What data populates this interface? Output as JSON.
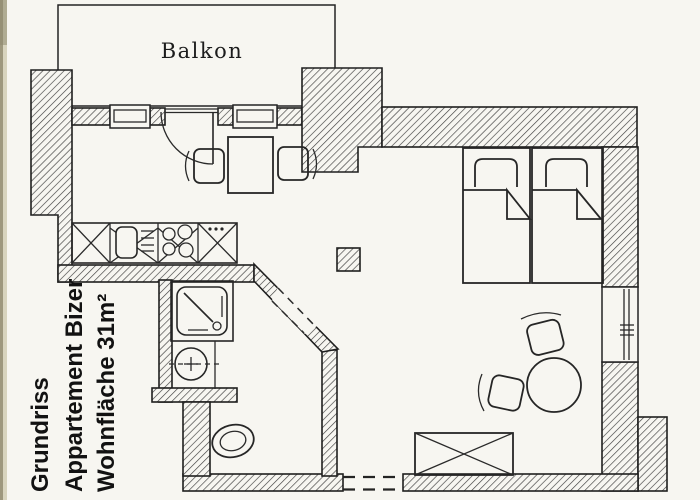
{
  "plan": {
    "balcony_label": "Balkon",
    "side_label": {
      "line1": "Grundriss",
      "line2": "Appartement Bizer",
      "line3": "Wohnfläche 31m²"
    }
  },
  "colors": {
    "paper": "#f7f6f1",
    "ink": "#1f1f1f",
    "hatch": "#3e3e3e",
    "scan_edge_dark": "#9e987e",
    "scan_edge_light": "#d8d4be"
  },
  "fixtures": [
    "balcony",
    "balcony-door",
    "balcony-window-left",
    "balcony-window-right",
    "east-window",
    "entrance-opening",
    "bathroom-door",
    "kitchen-counter",
    "kitchen-sink",
    "kitchen-stove",
    "kitchen-cabinet-left",
    "kitchen-cabinet-right",
    "shower",
    "washbasin",
    "toilet",
    "twin-bed-left",
    "twin-bed-right",
    "dining-table",
    "dining-chair-left",
    "dining-chair-right",
    "round-table",
    "round-table-chair-upper",
    "round-table-chair-lower",
    "sideboard",
    "pillar"
  ]
}
